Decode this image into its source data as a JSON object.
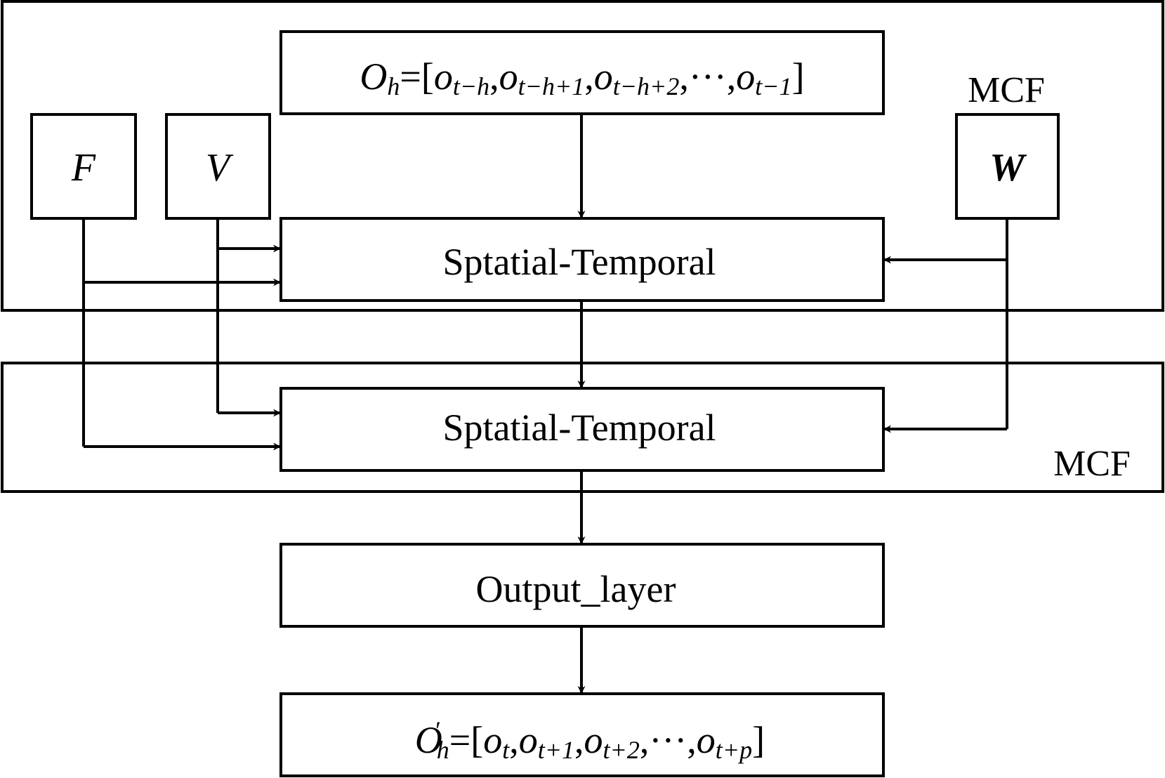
{
  "frames": {
    "top_label": "MCF",
    "bottom_label": "MCF"
  },
  "inputs": {
    "f": "F",
    "v": "V",
    "w": "W"
  },
  "history_box": {
    "var": "O",
    "var_sub": "h",
    "eq": "=[",
    "t1": "o",
    "t1_sub": "t−h",
    "t2": "o",
    "t2_sub": "t−h+1",
    "t3": "o",
    "t3_sub": "t−h+2",
    "dots": "···",
    "t4": "o",
    "t4_sub": "t−1",
    "close": "]",
    "comma": ","
  },
  "blocks": {
    "st1": "Sptatial-Temporal",
    "st2": "Sptatial-Temporal",
    "output_layer": "Output_layer"
  },
  "prediction_box": {
    "var": "O",
    "prime": "′",
    "var_sub": "h",
    "eq": "=[",
    "t1": "o",
    "t1_sub": "t",
    "t2": "o",
    "t2_sub": "t+1",
    "t3": "o",
    "t3_sub": "t+2",
    "dots": "···",
    "t4": "o",
    "t4_sub": "t+p",
    "close": "]",
    "comma": ","
  }
}
